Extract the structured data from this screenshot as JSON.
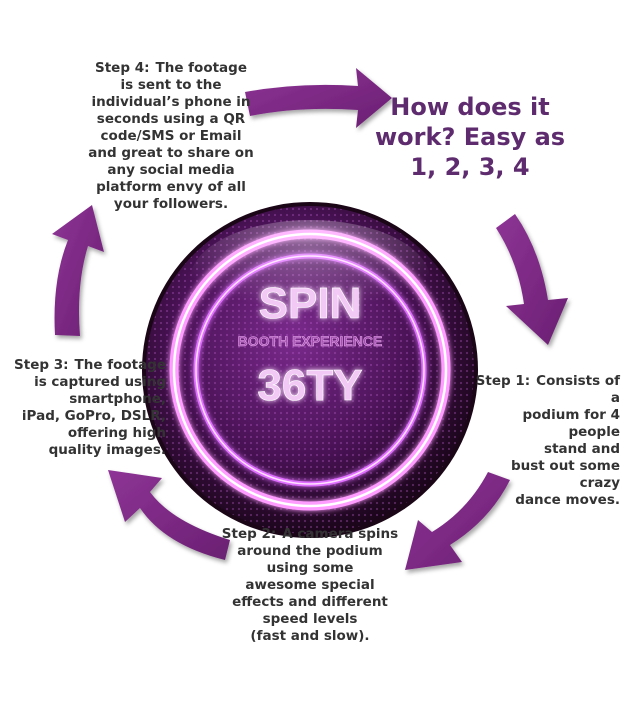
{
  "title": {
    "lines": [
      "How does it",
      "work? Easy as",
      "1, 2, 3, 4"
    ]
  },
  "logo": {
    "line1": "SPIN",
    "line2": "BOOTH EXPERIENCE",
    "line3": "36TY"
  },
  "steps": [
    {
      "label": "Step 1:",
      "lines": [
        "Consists of a",
        "podium for 4 people",
        "stand and",
        "bust out some crazy",
        "dance moves."
      ]
    },
    {
      "label": "Step 2:",
      "lines": [
        "A camera spins",
        "around the podium",
        "using some",
        "awesome special",
        "effects and different",
        "speed levels",
        "(fast and slow)."
      ]
    },
    {
      "label": "Step 3:",
      "lines": [
        "The footage",
        "is captured using",
        "smartphone,",
        "iPad, GoPro, DSLR,",
        "offering high",
        "quality images."
      ]
    },
    {
      "label": "Step 4:",
      "lines": [
        "The footage",
        "is sent to the",
        "individual’s phone in",
        "seconds using a QR",
        "code/SMS or Email",
        "and great to share on",
        "any social media",
        "platform envy of all",
        "your followers."
      ]
    }
  ],
  "colors": {
    "arrow": "#7d2a83",
    "arrow_dark": "#5a1a60",
    "title": "#5e2b6f",
    "text": "#333333",
    "neon": "#e070ff"
  }
}
